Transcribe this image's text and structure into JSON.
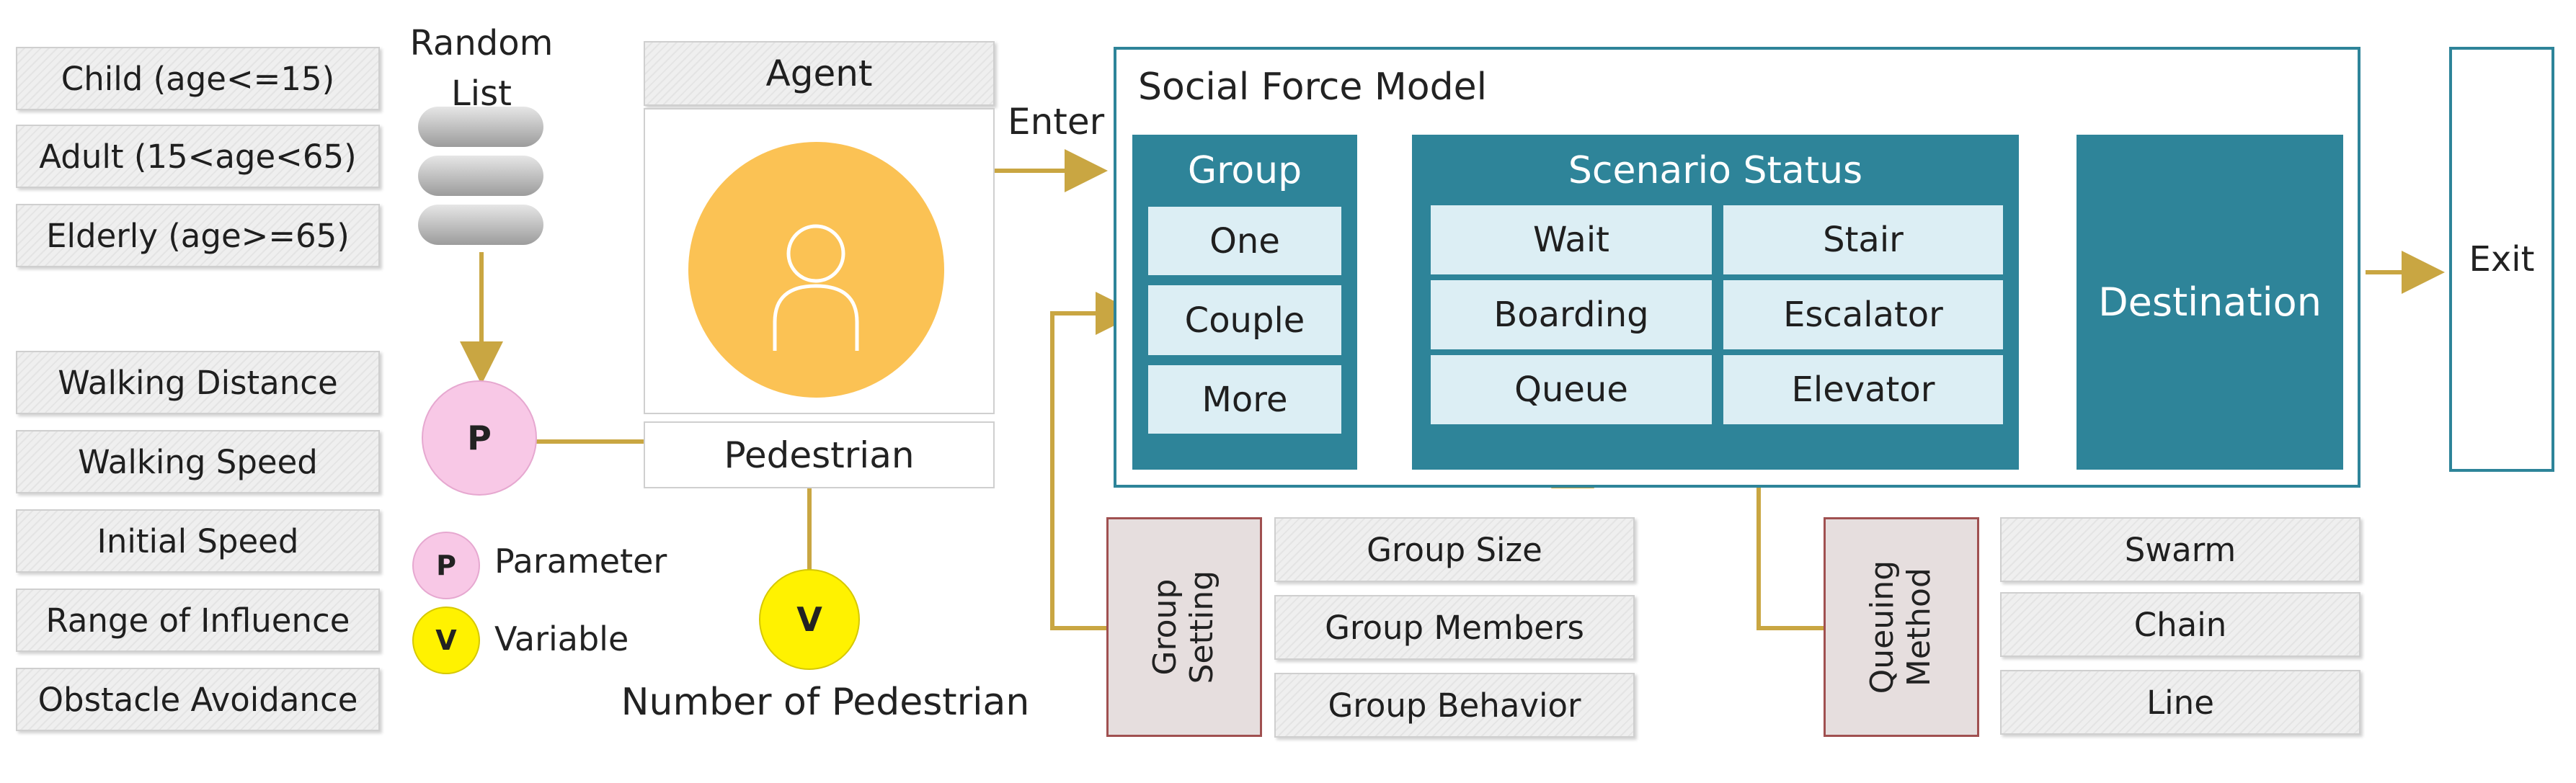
{
  "left_list": {
    "age_groups": [
      "Child (age<=15)",
      "Adult (15<age<65)",
      "Elderly (age>=65)"
    ],
    "parameters": [
      "Walking Distance",
      "Walking Speed",
      "Initial Speed",
      "Range of Influence",
      "Obstacle Avoidance"
    ]
  },
  "random_list": {
    "label_line1": "Random",
    "label_line2": "List"
  },
  "agent": {
    "title": "Agent",
    "pedestrian": "Pedestrian"
  },
  "legend": {
    "parameter_symbol": "P",
    "parameter_label": "Parameter",
    "variable_symbol": "V",
    "variable_label": "Variable"
  },
  "nodes": {
    "p_symbol": "P",
    "v_symbol": "V",
    "number_of_pedestrian": "Number of Pedestrian"
  },
  "enter_label": "Enter",
  "sfm": {
    "title": "Social Force Model",
    "group": {
      "title": "Group",
      "items": [
        "One",
        "Couple",
        "More"
      ]
    },
    "scenario": {
      "title": "Scenario Status",
      "left": [
        "Wait",
        "Boarding",
        "Queue"
      ],
      "right": [
        "Stair",
        "Escalator",
        "Elevator"
      ]
    },
    "destination": "Destination"
  },
  "exit_label": "Exit",
  "group_setting": {
    "title_line1": "Group",
    "title_line2": "Setting",
    "items": [
      "Group Size",
      "Group Members",
      "Group Behavior"
    ]
  },
  "queuing": {
    "title_line1": "Queuing",
    "title_line2": "Method",
    "items": [
      "Swarm",
      "Chain",
      "Line"
    ]
  },
  "colors": {
    "teal": "#2e8499",
    "gold": "#c9a642",
    "pink": "#f8c8e6",
    "yellow": "#fff200",
    "agent_circle": "#fbc254"
  }
}
